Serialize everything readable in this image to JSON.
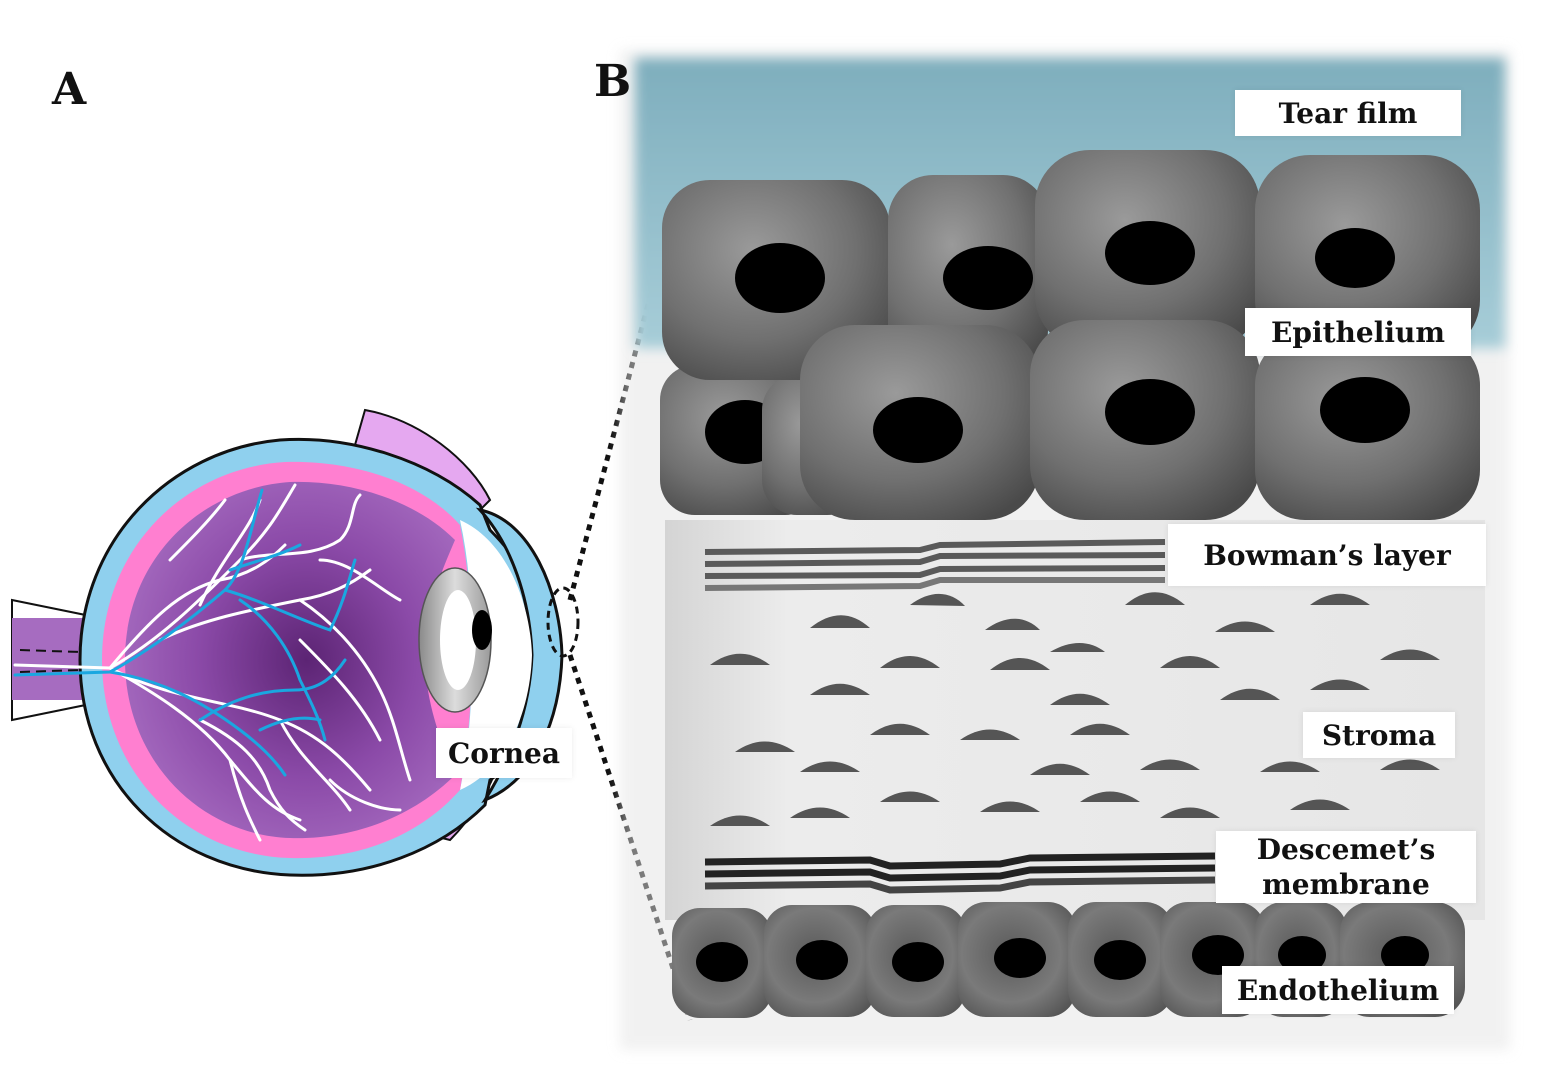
{
  "panels": {
    "a_letter": "A",
    "b_letter": "B"
  },
  "eye": {
    "cornea_label": "Cornea"
  },
  "layers": {
    "tear_film": "Tear film",
    "epithelium": "Epithelium",
    "bowman": "Bowman’s layer",
    "stroma": "Stroma",
    "descemet_line1": "Descemet’s",
    "descemet_line2": "membrane",
    "endothelium": "Endothelium"
  },
  "colors": {
    "sclera": "#8fd0ee",
    "sclera_edge": "#1a1a1a",
    "choroid": "#ff7fd0",
    "retina_interior": "#9a5ab4",
    "retina_center": "#6a2f82",
    "vessel_white": "#ffffff",
    "vessel_blue": "#1aa7e0",
    "eyelid": "#e5a8f0",
    "tear_film": "#8fb9c6",
    "cell_gray": "#6e6e6e",
    "nucleus": "#000000",
    "stroma_bg": "#e8e8e8"
  }
}
